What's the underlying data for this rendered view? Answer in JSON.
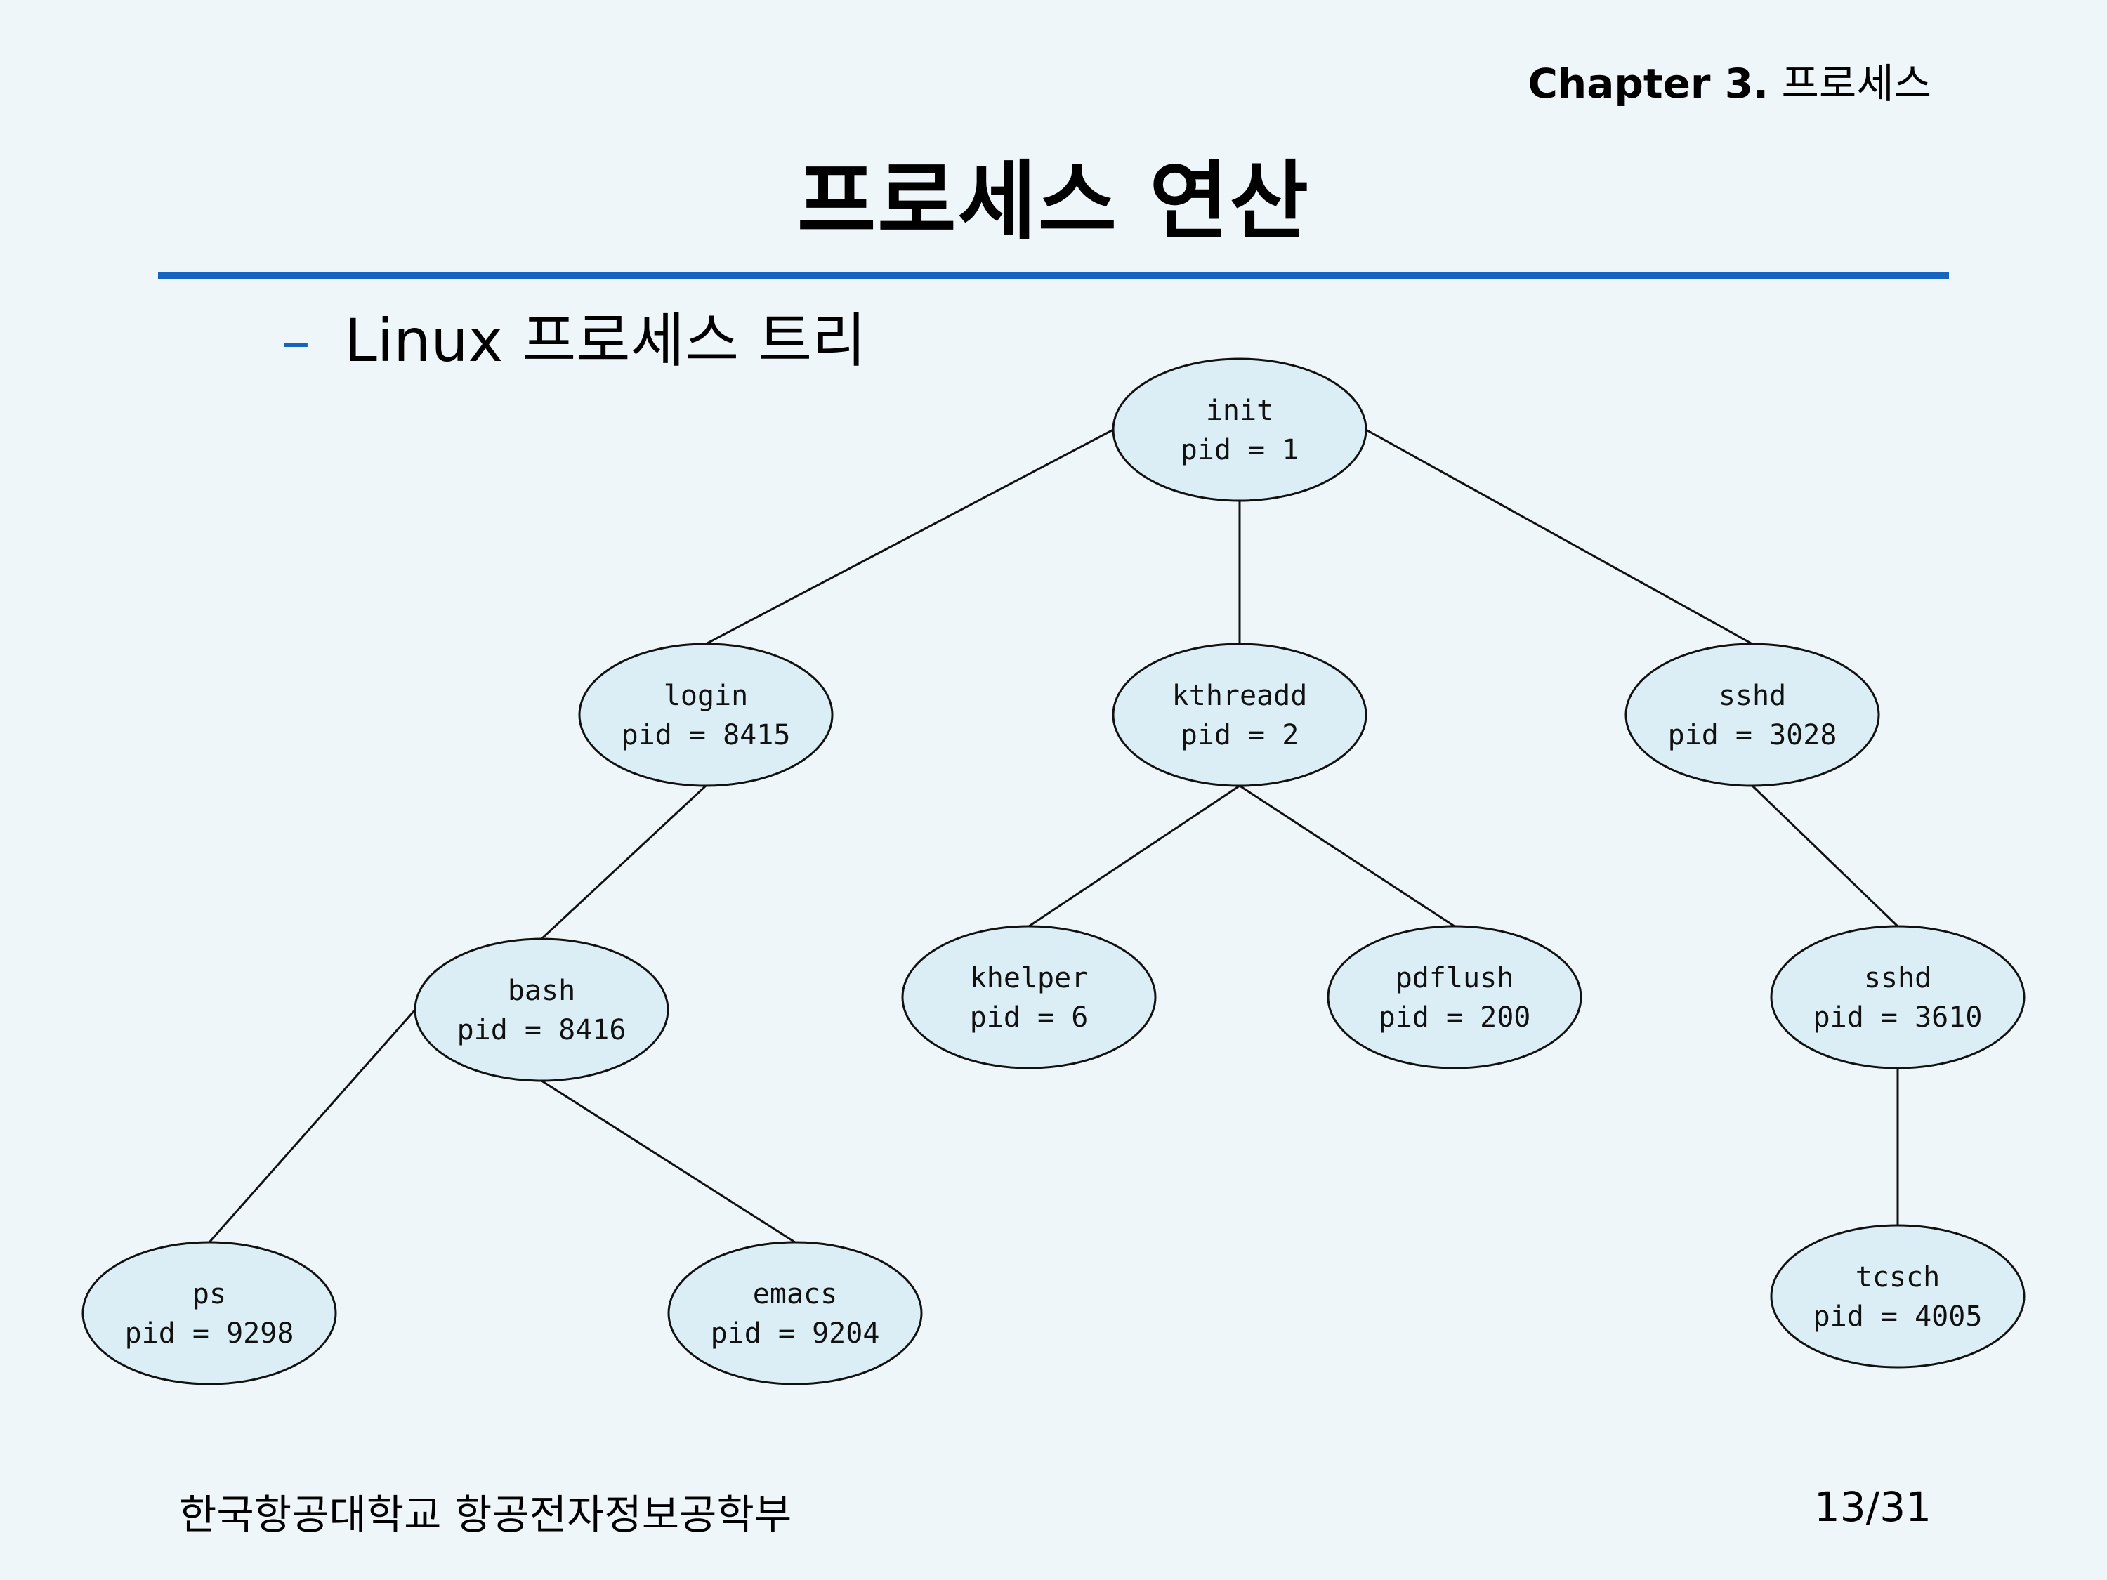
{
  "header": {
    "chapter_label": "Chapter 3.",
    "chapter_topic": "프로세스"
  },
  "slide": {
    "title": "프로세스 연산",
    "bullet_dash": "–",
    "bullet_text": "Linux 프로세스 트리"
  },
  "tree": {
    "nodes": [
      {
        "id": "init",
        "name": "init",
        "pid": "pid = 1"
      },
      {
        "id": "login",
        "name": "login",
        "pid": "pid = 8415"
      },
      {
        "id": "kthreadd",
        "name": "kthreadd",
        "pid": "pid = 2"
      },
      {
        "id": "sshd3028",
        "name": "sshd",
        "pid": "pid = 3028"
      },
      {
        "id": "bash",
        "name": "bash",
        "pid": "pid = 8416"
      },
      {
        "id": "khelper",
        "name": "khelper",
        "pid": "pid = 6"
      },
      {
        "id": "pdflush",
        "name": "pdflush",
        "pid": "pid = 200"
      },
      {
        "id": "sshd3610",
        "name": "sshd",
        "pid": "pid = 3610"
      },
      {
        "id": "ps",
        "name": "ps",
        "pid": "pid = 9298"
      },
      {
        "id": "emacs",
        "name": "emacs",
        "pid": "pid = 9204"
      },
      {
        "id": "tcsch",
        "name": "tcsch",
        "pid": "pid = 4005"
      }
    ],
    "edges": [
      [
        "init",
        "login"
      ],
      [
        "init",
        "kthreadd"
      ],
      [
        "init",
        "sshd3028"
      ],
      [
        "login",
        "bash"
      ],
      [
        "kthreadd",
        "khelper"
      ],
      [
        "kthreadd",
        "pdflush"
      ],
      [
        "sshd3028",
        "sshd3610"
      ],
      [
        "bash",
        "ps"
      ],
      [
        "bash",
        "emacs"
      ],
      [
        "sshd3610",
        "tcsch"
      ]
    ]
  },
  "footer": {
    "institution": "한국항공대학교 항공전자정보공학부",
    "page": "13/31"
  },
  "colors": {
    "background": "#eef6f9",
    "accent": "#1565c0",
    "node_fill": "#dbeef5",
    "stroke": "#111111"
  }
}
